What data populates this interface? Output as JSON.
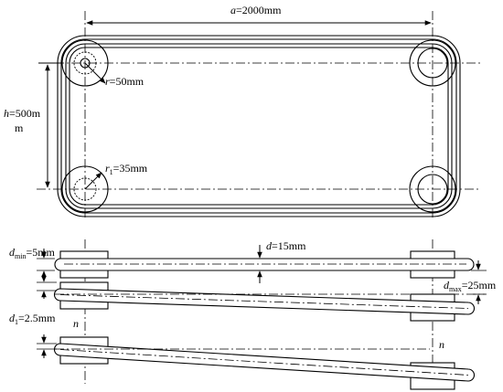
{
  "dimension_a": {
    "var": "a",
    "text": "=2000mm"
  },
  "dimension_h": {
    "var": "h",
    "text1": "=500m",
    "text2": "m"
  },
  "radius_r": {
    "var": "r",
    "text": "=50mm"
  },
  "radius_r1": {
    "var": "r",
    "sub": "1",
    "text": "=35mm"
  },
  "d_min": {
    "var": "d",
    "sub": "min",
    "text": "=5mm"
  },
  "d_thickness": {
    "var": "d",
    "text": "=15mm"
  },
  "d_max": {
    "var": "d",
    "sub": "max",
    "text": "=25mm"
  },
  "d1": {
    "var": "d",
    "sub": "1",
    "text": "=2.5mm"
  },
  "n_left": "n",
  "n_right": "n"
}
